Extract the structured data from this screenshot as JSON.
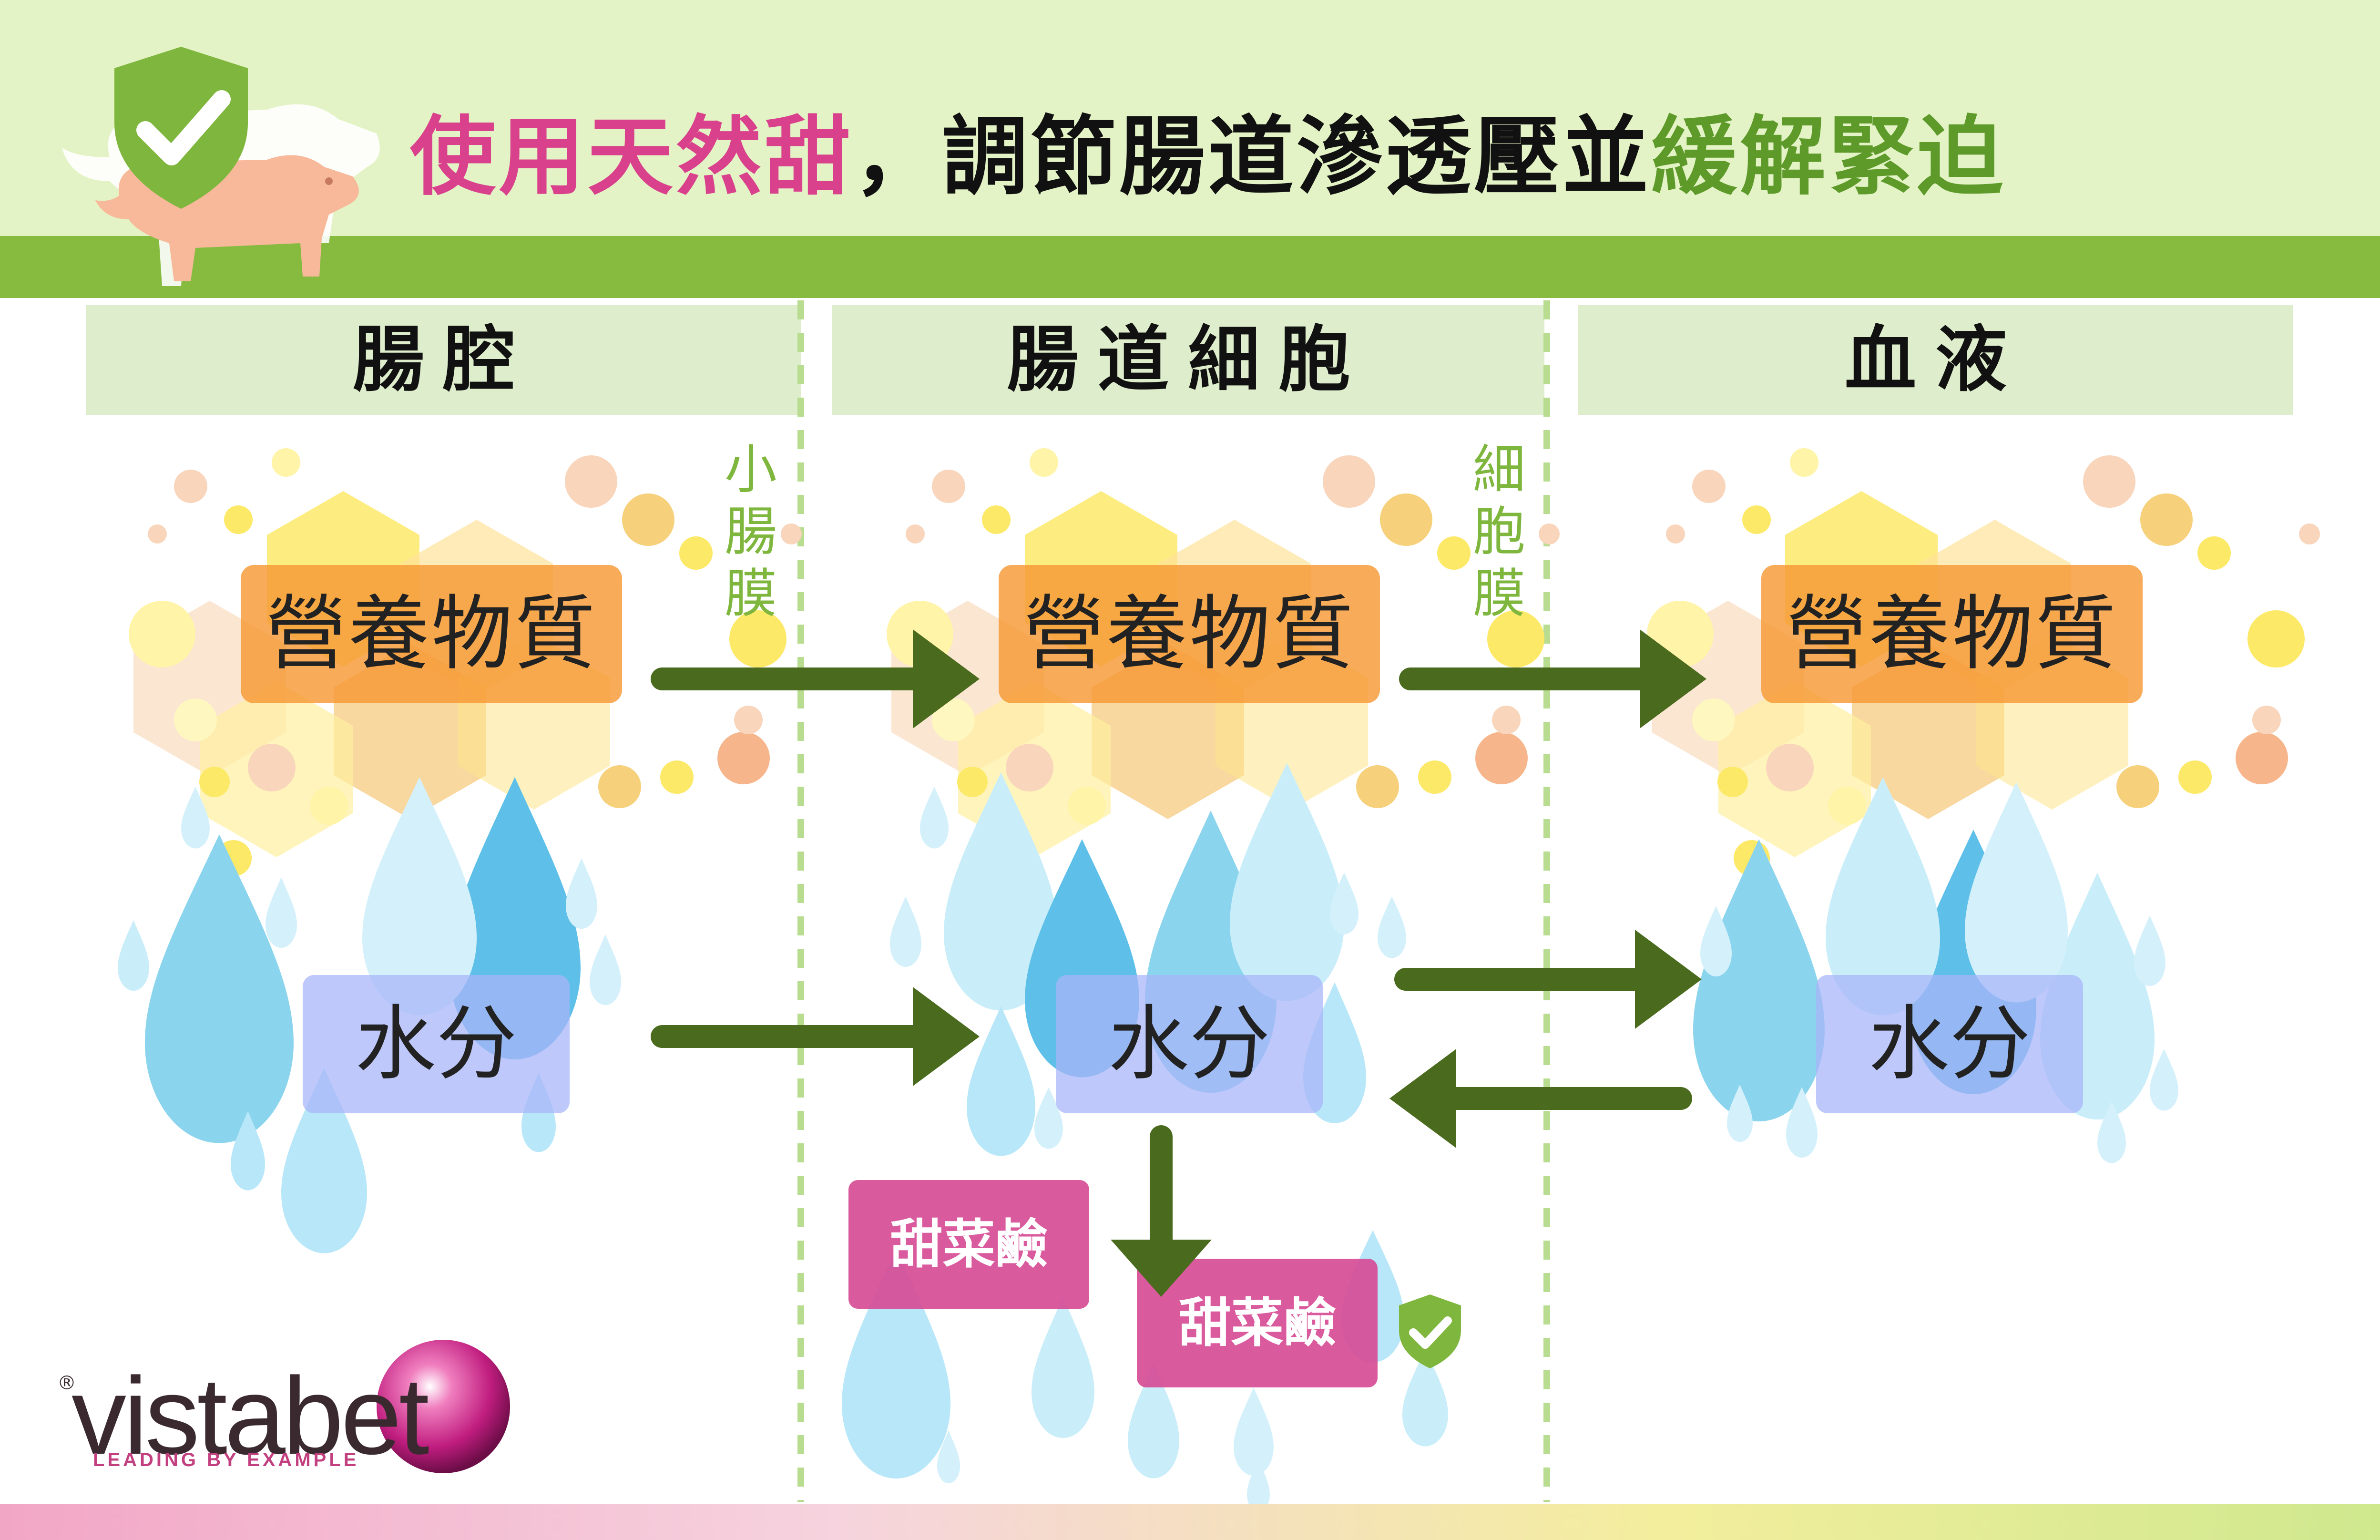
{
  "title": {
    "part1": "使用天然甜",
    "part2": "，調節腸道滲透壓並",
    "part3": "緩解緊迫"
  },
  "columns": [
    {
      "label": "腸腔"
    },
    {
      "label": "腸道細胞"
    },
    {
      "label": "血液"
    }
  ],
  "membranes": {
    "left": [
      "小",
      "腸",
      "膜"
    ],
    "right": [
      "細",
      "胞",
      "膜"
    ]
  },
  "nutrient_label": "營養物質",
  "water_label": "水分",
  "betaine_label": "甜菜鹼",
  "logo": {
    "name": "vistabet",
    "tagline": "LEADING BY EXAMPLE",
    "registered": "®"
  },
  "colors": {
    "header_bg": "#e4f3c6",
    "header_band": "#86bb3f",
    "arrow": "#4a6b1e",
    "title_pink": "#d9418c",
    "title_green": "#5d9a2a",
    "shield": "#7fb63d",
    "pig": "#f7b99a"
  },
  "icons": [
    "shield-check-icon",
    "pig-icon",
    "check-badge-icon",
    "logo-sphere-icon"
  ]
}
